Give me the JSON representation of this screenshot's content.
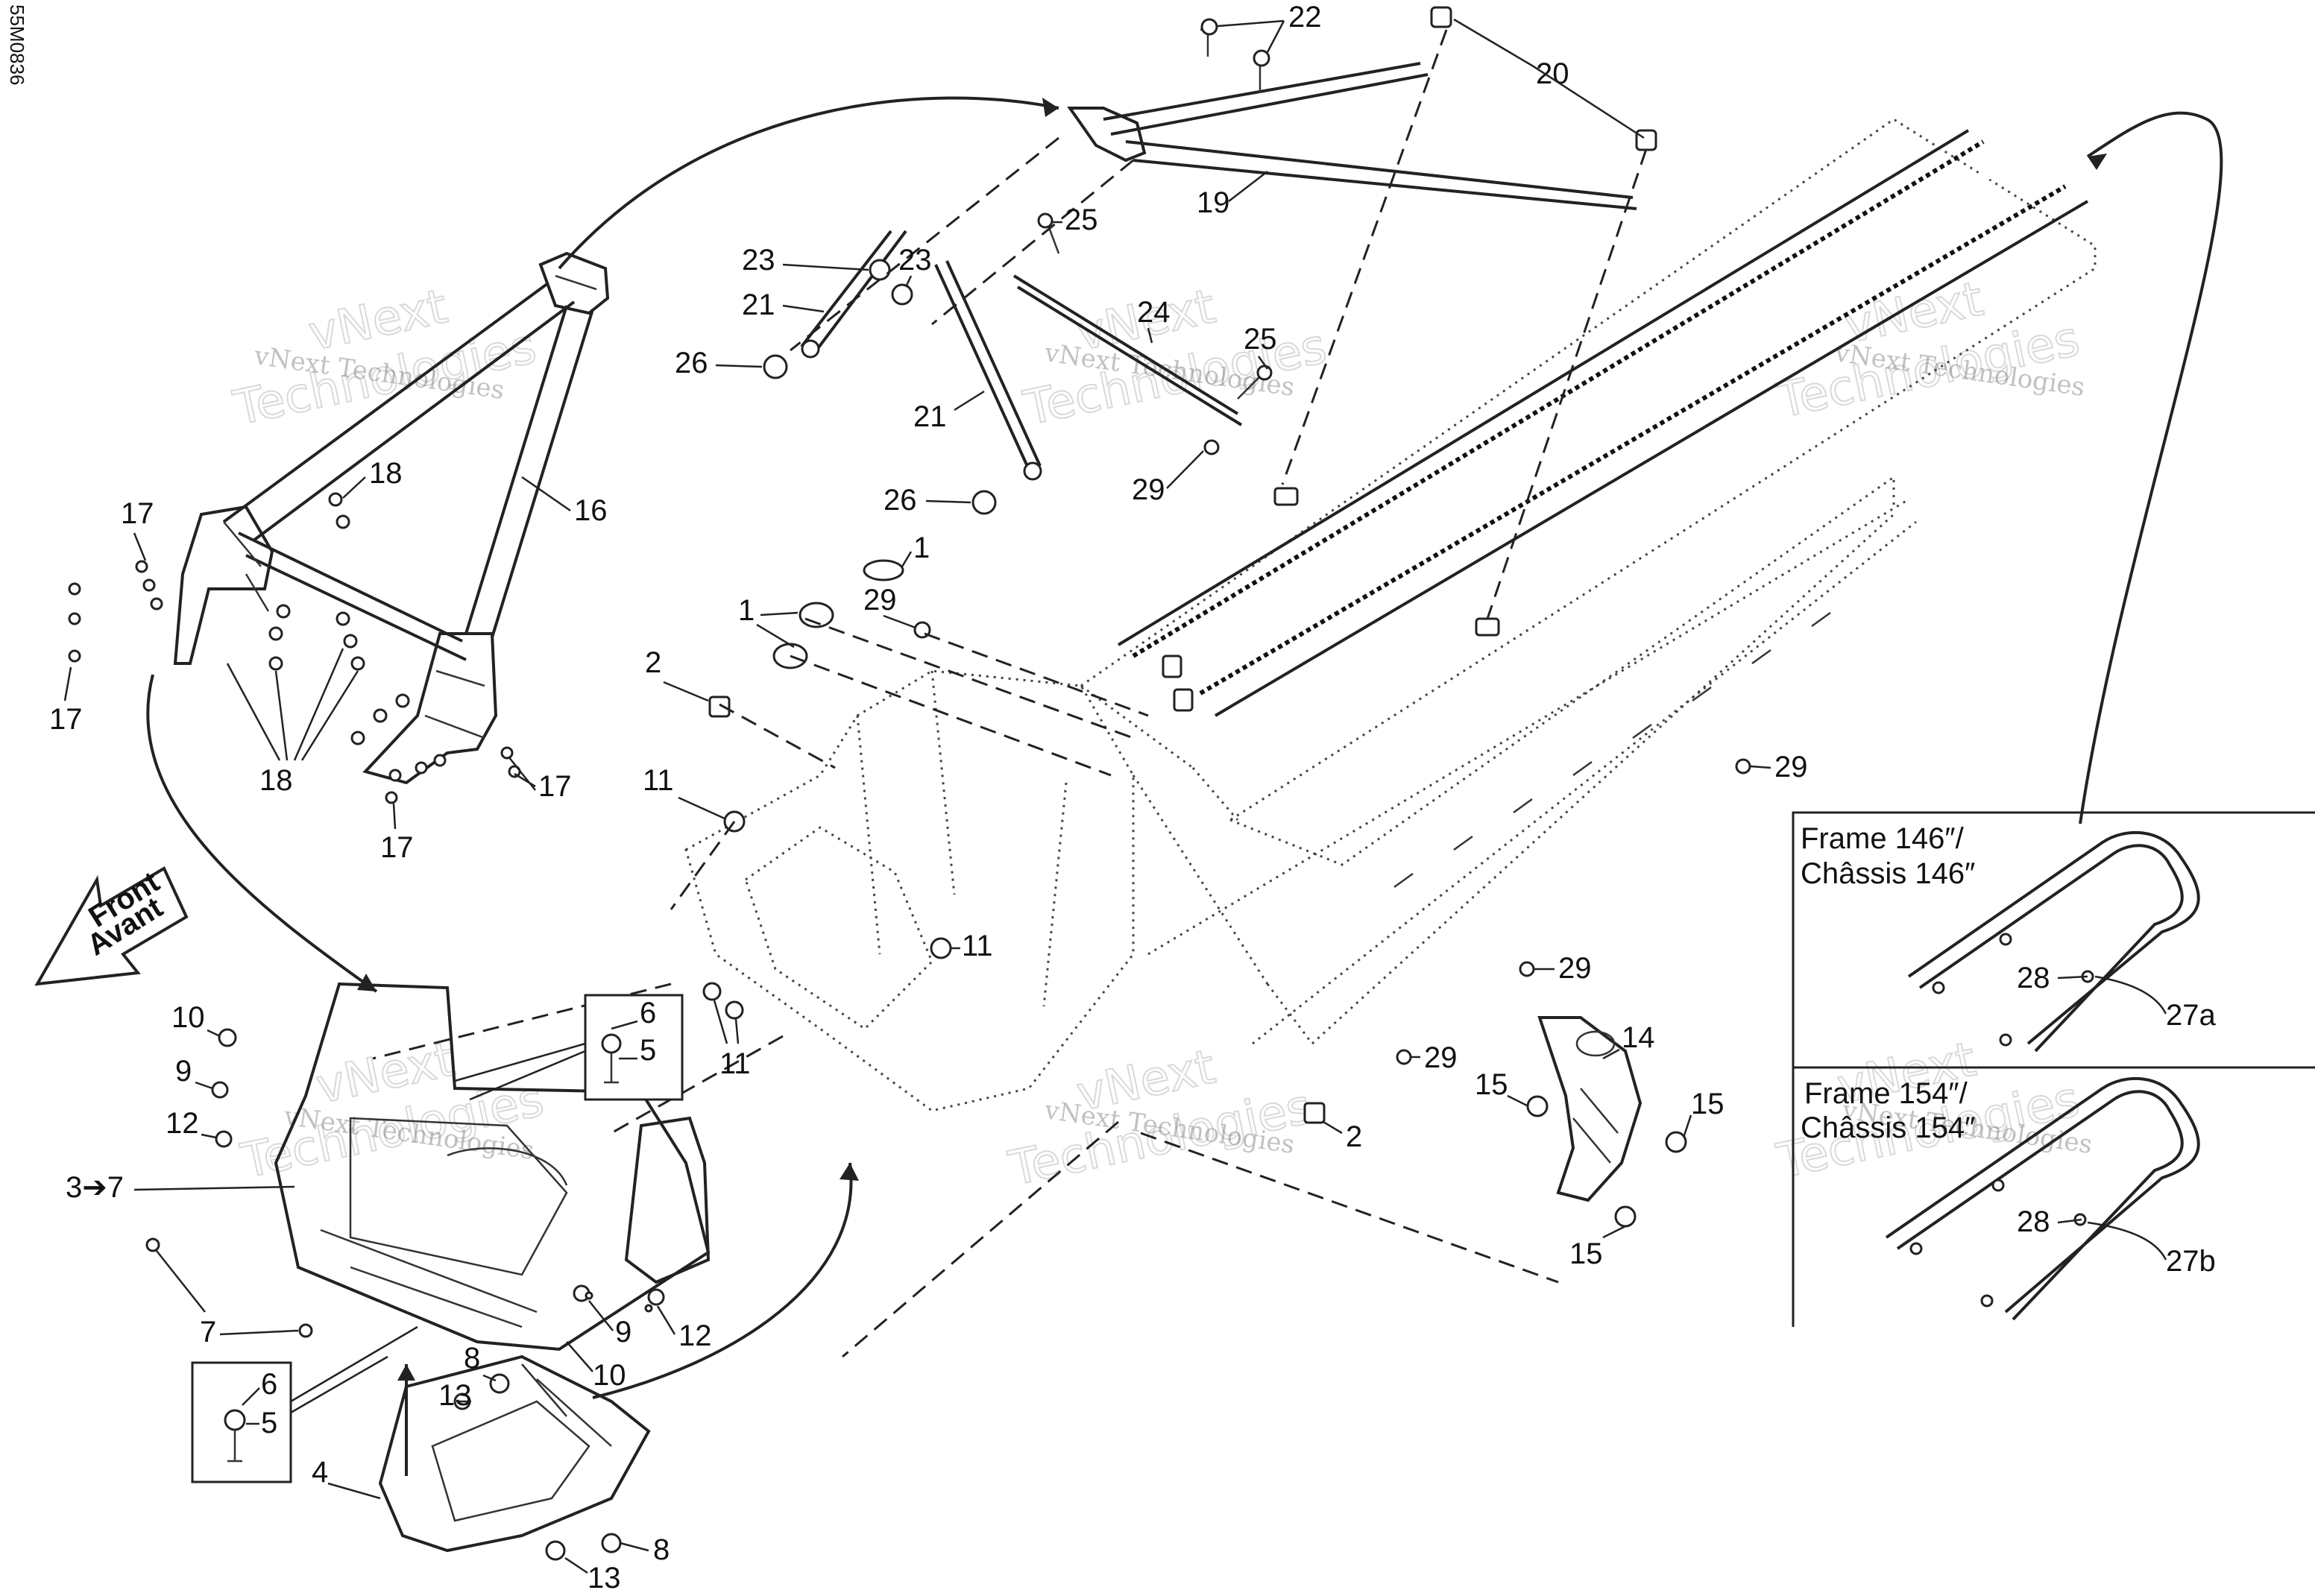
{
  "reference_code": "55M0836",
  "front_sign": {
    "line1": "Front",
    "line2": "Avant"
  },
  "watermark": {
    "line1": "vNext",
    "line2": "Technologies",
    "small": "vNext Technologies"
  },
  "insets": [
    {
      "title_line1": "Frame 146″/",
      "title_line2": "Châssis 146″",
      "rail_label": "27a",
      "bolt_label": "28"
    },
    {
      "title_line1": "Frame 154″/",
      "title_line2": "Châssis 154″",
      "rail_label": "27b",
      "bolt_label": "28"
    }
  ],
  "callouts": {
    "c22": "22",
    "c20": "20",
    "c19": "19",
    "c23a": "23",
    "c23b": "23",
    "c25a": "25",
    "c25b": "25",
    "c21a": "21",
    "c21b": "21",
    "c24": "24",
    "c26a": "26",
    "c26b": "26",
    "c29a": "29",
    "c18a": "18",
    "c16": "16",
    "c17a": "17",
    "c17b": "17",
    "c17c": "17",
    "c17d": "17",
    "c18b": "18",
    "c1a": "1",
    "c1b": "1",
    "c29b": "29",
    "c2a": "2",
    "c29c": "29",
    "c11a": "11",
    "c11b": "11",
    "c11c": "11",
    "c29d": "29",
    "c29e": "29",
    "c14": "14",
    "c15a": "15",
    "c15b": "15",
    "c15c": "15",
    "c2b": "2",
    "c10a": "10",
    "c9a": "9",
    "c12a": "12",
    "c37": "3➔7",
    "c6a": "6",
    "c5a": "5",
    "c7a": "7",
    "c9b": "9",
    "c12b": "12",
    "c10b": "10",
    "c8a": "8",
    "c13a": "13",
    "c6b": "6",
    "c5b": "5",
    "c4": "4",
    "c8b": "8",
    "c13b": "13"
  }
}
